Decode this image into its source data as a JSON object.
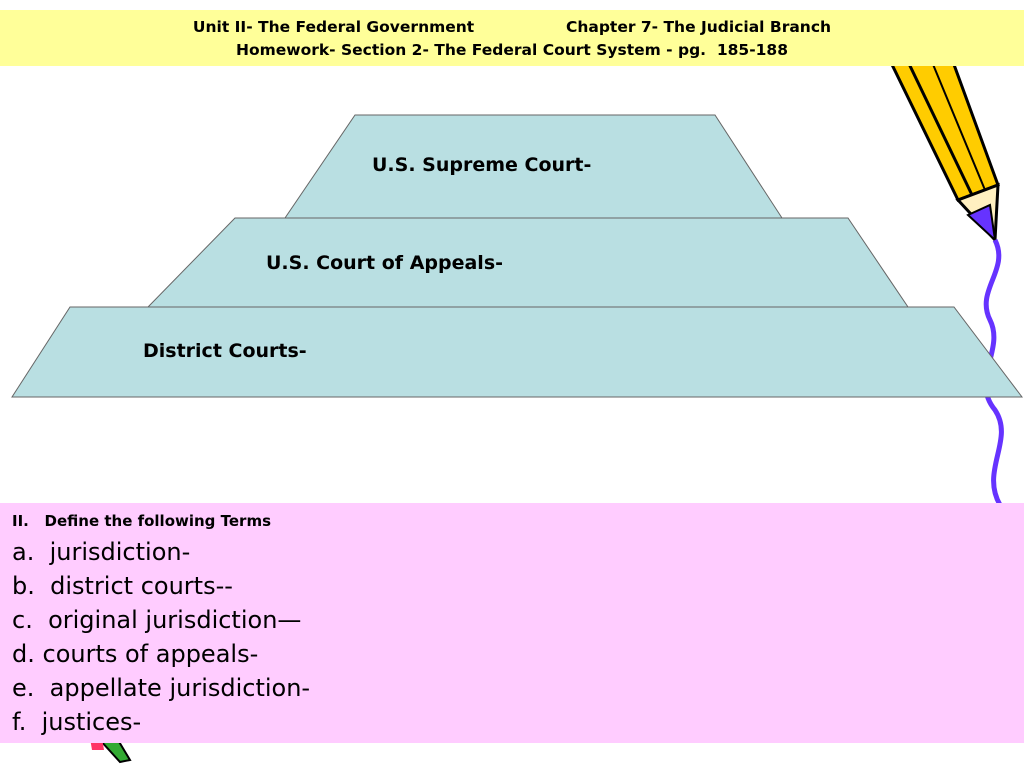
{
  "header": {
    "line1": "Unit II- The Federal Government                 Chapter 7- The Judicial Branch",
    "line2": "Homework- Section 2- The Federal Court System - pg.  185-188"
  },
  "pyramid": {
    "tiers": [
      {
        "label": "U.S. Supreme Court-"
      },
      {
        "label": "U.S. Court of Appeals-"
      },
      {
        "label": "District Courts-"
      }
    ],
    "fill_color": "#b9dfe2"
  },
  "terms": {
    "heading": "II.   Define the following Terms",
    "items": [
      "a.  jurisdiction-",
      "b.  district courts--",
      "c.  original jurisdiction—",
      "d. courts of appeals-",
      "e.  appellate jurisdiction-",
      "f.  justices-"
    ]
  },
  "colors": {
    "header_bg": "#ffff99",
    "terms_bg": "#ffccff",
    "pencil_body": "#ffcc00",
    "pencil_line": "#6633ff"
  },
  "icons": [
    "pencil-icon"
  ]
}
